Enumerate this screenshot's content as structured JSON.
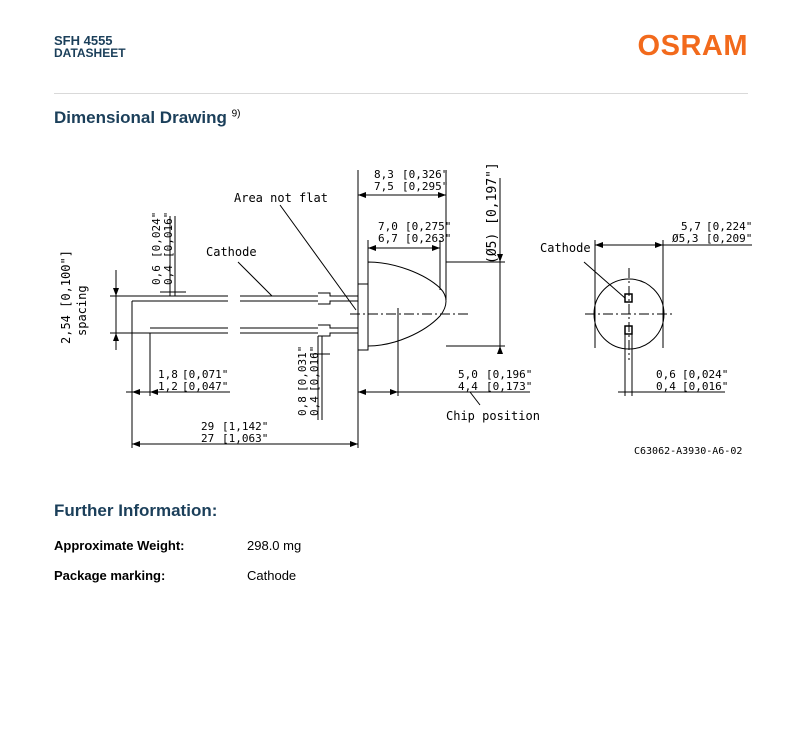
{
  "header": {
    "model": "SFH 4555",
    "doc_type": "DATASHEET",
    "brand": "OSRAM",
    "brand_color": "#f26a1c",
    "heading_color": "#1b3f5a"
  },
  "drawing": {
    "title": "Dimensional Drawing",
    "footnote": "9)",
    "labels": {
      "area_not_flat": "Area not flat",
      "cathode_side": "Cathode",
      "cathode_front": "Cathode",
      "chip_position": "Chip position",
      "spacing_value": "2,54 [0,100\"]",
      "spacing_word": "spacing",
      "doc_code": "C63062-A3930-A6-02"
    },
    "dims": {
      "d8_3": "8,3",
      "d8_3_in": "0,326\"",
      "d7_5": "7,5",
      "d7_5_in": "0,295\"",
      "d7_0": "7,0",
      "d7_0_in": "0,275\"",
      "d6_7": "6,7",
      "d6_7_in": "0,263\"",
      "dia5": "(Ø5) [0,197\"]",
      "lead_hi": "0,6",
      "lead_hi_in": "0,024\"",
      "lead_lo": "0,4",
      "lead_lo_in": "0,016\"",
      "d1_8": "1,8",
      "d1_8_in": "0,071\"",
      "d1_2": "1,2",
      "d1_2_in": "0,047\"",
      "s0_8": "0,8",
      "s0_8_in": "0,031\"",
      "s0_4": "0,4",
      "s0_4_in": "0,016\"",
      "d29": "29",
      "d29_in": "1,142\"",
      "d27": "27",
      "d27_in": "1,063\"",
      "d5_0": "5,0",
      "d5_0_in": "0,196\"",
      "d4_4": "4,4",
      "d4_4_in": "0,173\"",
      "d5_7": "5,7",
      "d5_7_in": "0,224\"",
      "d5_3": "Ø5,3",
      "d5_3_in": "0,209\"",
      "f0_6": "0,6",
      "f0_6_in": "0,024\"",
      "f0_4": "0,4",
      "f0_4_in": "0,016\""
    }
  },
  "further": {
    "title": "Further Information:",
    "rows": [
      {
        "label": "Approximate Weight:",
        "value": "298.0 mg"
      },
      {
        "label": "Package marking:",
        "value": "Cathode"
      }
    ]
  }
}
